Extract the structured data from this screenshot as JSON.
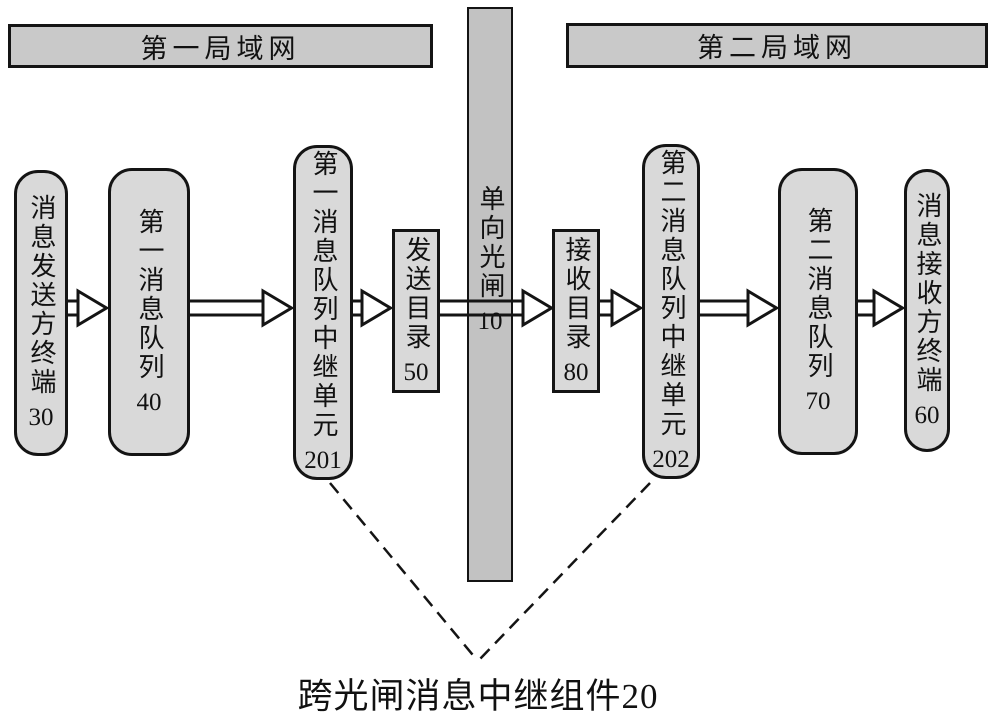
{
  "diagram": {
    "colors": {
      "box_fill": "#d9d9d9",
      "lan_bar_fill": "#c9c9c9",
      "gate_fill": "#c2c2c2",
      "border": "#141414",
      "background": "#ffffff"
    },
    "lan1": {
      "label": "第一局域网"
    },
    "lan2": {
      "label": "第二局域网"
    },
    "gate": {
      "chars": "单向光闸",
      "num": "10"
    },
    "nodes": [
      {
        "id": "message-sender-terminal",
        "chars": "消息发送方终端",
        "num": "30"
      },
      {
        "id": "first-message-queue",
        "chars": "第一消息队列",
        "num": "40"
      },
      {
        "id": "first-message-queue-relay-unit",
        "chars": "第一消息队列中继单元",
        "num": "201"
      },
      {
        "id": "send-directory",
        "chars": "发送目录",
        "num": "50"
      },
      {
        "id": "receive-directory",
        "chars": "接收目录",
        "num": "80"
      },
      {
        "id": "second-message-queue-relay-unit",
        "chars": "第二消息队列中继单元",
        "num": "202"
      },
      {
        "id": "second-message-queue",
        "chars": "第二消息队列",
        "num": "70"
      },
      {
        "id": "message-receiver-terminal",
        "chars": "消息接收方终端",
        "num": "60"
      }
    ],
    "bottom_label": "跨光闸消息中继组件20"
  }
}
